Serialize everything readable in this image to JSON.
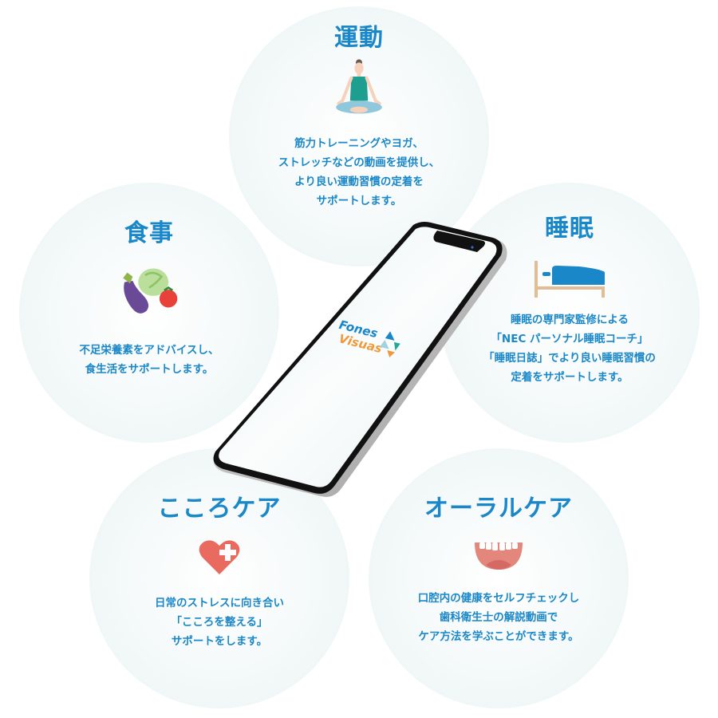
{
  "features": [
    {
      "id": "exercise",
      "title": "運動",
      "icon": "yoga-meditation-icon",
      "description": "筋力トレーニングやヨガ、\nストレッチなどの動画を提供し、\nより良い運動習慣の定着を\nサポートします。"
    },
    {
      "id": "meal",
      "title": "食事",
      "icon": "vegetables-icon",
      "description": "不足栄養素をアドバイスし、\n食生活をサポートします。"
    },
    {
      "id": "sleep",
      "title": "睡眠",
      "icon": "bed-icon",
      "description": "睡眠の専門家監修による\n「NEC パーソナル睡眠コーチ」\n「睡眠日誌」でより良い睡眠習慣の\n定着をサポートします。"
    },
    {
      "id": "mental-care",
      "title": "こころケア",
      "icon": "heart-plus-icon",
      "description": "日常のストレスに向き合い\n「こころを整える」\nサポートをします。"
    },
    {
      "id": "oral-care",
      "title": "オーラルケア",
      "icon": "mouth-teeth-icon",
      "description": "口腔内の健康をセルフチェックし\n歯科衛生士の解説動画で\nケア方法を学ぶことができます。"
    }
  ],
  "phone": {
    "logo_line1": "Fones",
    "logo_line2": "Visuas"
  },
  "colors": {
    "title_blue": "#1a87c8",
    "circle_bg": "#eaf4f3",
    "logo_blue": "#1a87c8",
    "logo_orange": "#ef9a3a",
    "logo_teal": "#23a89a"
  }
}
